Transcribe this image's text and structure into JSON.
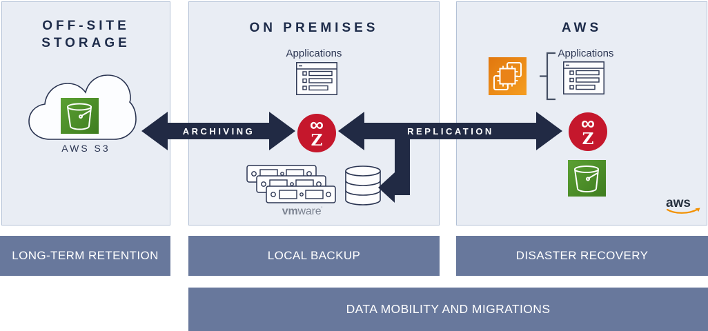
{
  "diagram": {
    "panels": {
      "offsite": {
        "title": "OFF-SITE STORAGE",
        "s3_label": "AWS S3",
        "banner": "LONG-TERM RETENTION"
      },
      "onprem": {
        "title": "ON PREMISES",
        "apps_label": "Applications",
        "banner": "LOCAL BACKUP"
      },
      "aws": {
        "title": "AWS",
        "apps_label": "Applications",
        "logo_text": "aws",
        "banner": "DISASTER RECOVERY"
      }
    },
    "vmware": {
      "bold": "vm",
      "rest": "ware",
      "mark": "’"
    },
    "arrows": {
      "archiving": "ARCHIVING",
      "replication": "REPLICATION"
    },
    "bottom_banner": "DATA MOBILITY AND MIGRATIONS",
    "zerto": {
      "infinity": "∞",
      "letter": "Z"
    },
    "colors": {
      "panel_bg": "#e9edf4",
      "panel_border": "#b3c1d6",
      "navy_arrow": "#212a44",
      "banner_bg": "#68789c",
      "zerto_red": "#c5172c",
      "s3_green_light": "#5ba033",
      "s3_green_dark": "#3f7d1f",
      "ec2_orange_light": "#f59d20",
      "ec2_orange_dark": "#e1770e",
      "aws_smile_orange": "#f29100",
      "icon_stroke": "#2b3552"
    }
  }
}
